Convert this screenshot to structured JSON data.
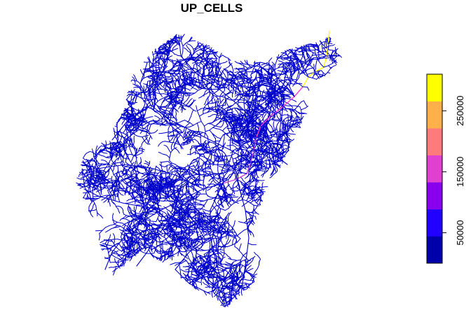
{
  "map": {
    "title": "UP_CELLS",
    "colors": {
      "river_low": "#0000CC",
      "river_mid": "#FF3AD0",
      "river_main": "#C040E0",
      "river_high": "#FFFF00"
    }
  },
  "legend": {
    "title": "",
    "bins": [
      {
        "color": "#0000AA"
      },
      {
        "color": "#2200FF"
      },
      {
        "color": "#8800EE"
      },
      {
        "color": "#E040D0"
      },
      {
        "color": "#FF7A7A"
      },
      {
        "color": "#FFB04A"
      },
      {
        "color": "#FFFF00"
      }
    ],
    "ticks": [
      {
        "value": 50000,
        "label": "50000"
      },
      {
        "value": 150000,
        "label": "150000"
      },
      {
        "value": 250000,
        "label": "250000"
      }
    ],
    "range": [
      0,
      310000
    ]
  }
}
